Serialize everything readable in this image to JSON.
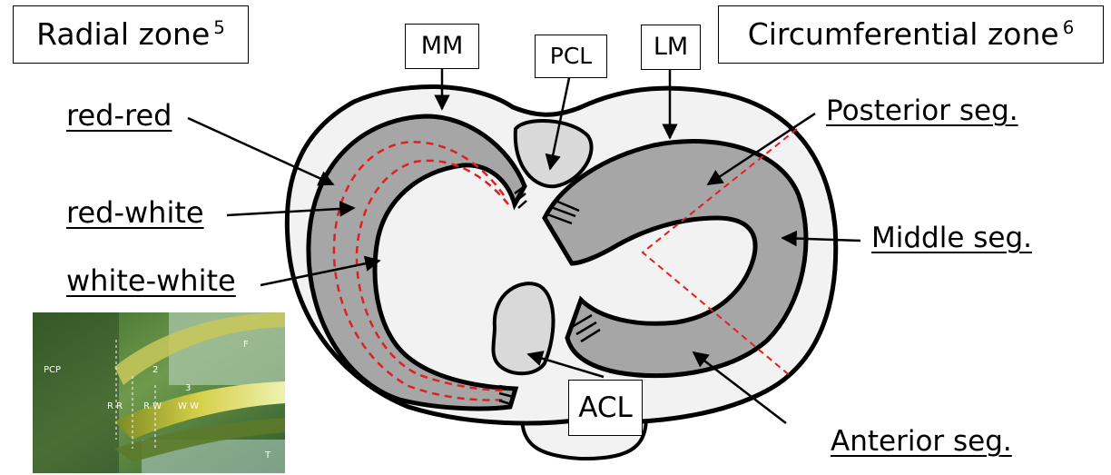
{
  "zones": {
    "radial_title": "Radial zone",
    "radial_ref": "5",
    "circumferential_title": "Circumferential zone",
    "circumferential_ref": "6"
  },
  "structures": {
    "mm": "MM",
    "pcl": "PCL",
    "lm": "LM",
    "acl": "ACL"
  },
  "radial_labels": {
    "red_red": "red-red",
    "red_white": "red-white",
    "white_white": "white-white"
  },
  "segments": {
    "posterior": "Posterior seg.",
    "middle": "Middle seg.",
    "anterior": "Anterior seg."
  },
  "photo_labels": {
    "pcp": "PCP",
    "f": "F",
    "t": "T",
    "zone_2": "2",
    "zone_3": "3",
    "rr": "R R",
    "rw": "R W",
    "ww": "W W"
  },
  "colors": {
    "meniscus_fill": "#a6a6a6",
    "plateau_fill": "#f2f2f2",
    "ligament_fill": "#d9d9d9",
    "zone_line": "#e02020",
    "outline": "#000000"
  }
}
